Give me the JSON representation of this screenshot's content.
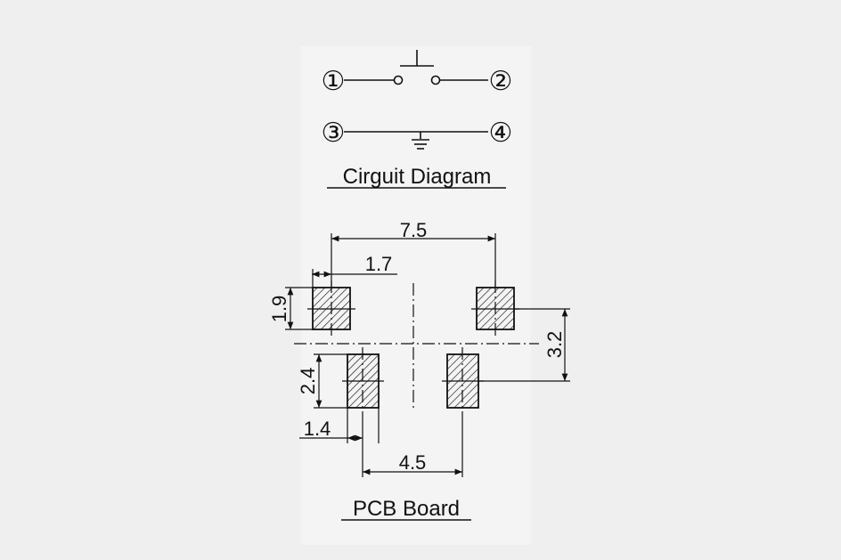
{
  "circuit": {
    "title": "Cirguit Diagram",
    "pins": [
      "①",
      "②",
      "③",
      "④"
    ]
  },
  "pcb": {
    "title": "PCB Board",
    "dims": {
      "overall_width": "7.5",
      "pad_width": "1.7",
      "pad_height": "1.9",
      "vertical_offset": "3.2",
      "lower_pad_height": "2.4",
      "lower_pad_width": "1.4",
      "lower_spacing": "4.5"
    }
  },
  "colors": {
    "line": "#111111",
    "background": "#efefef"
  }
}
